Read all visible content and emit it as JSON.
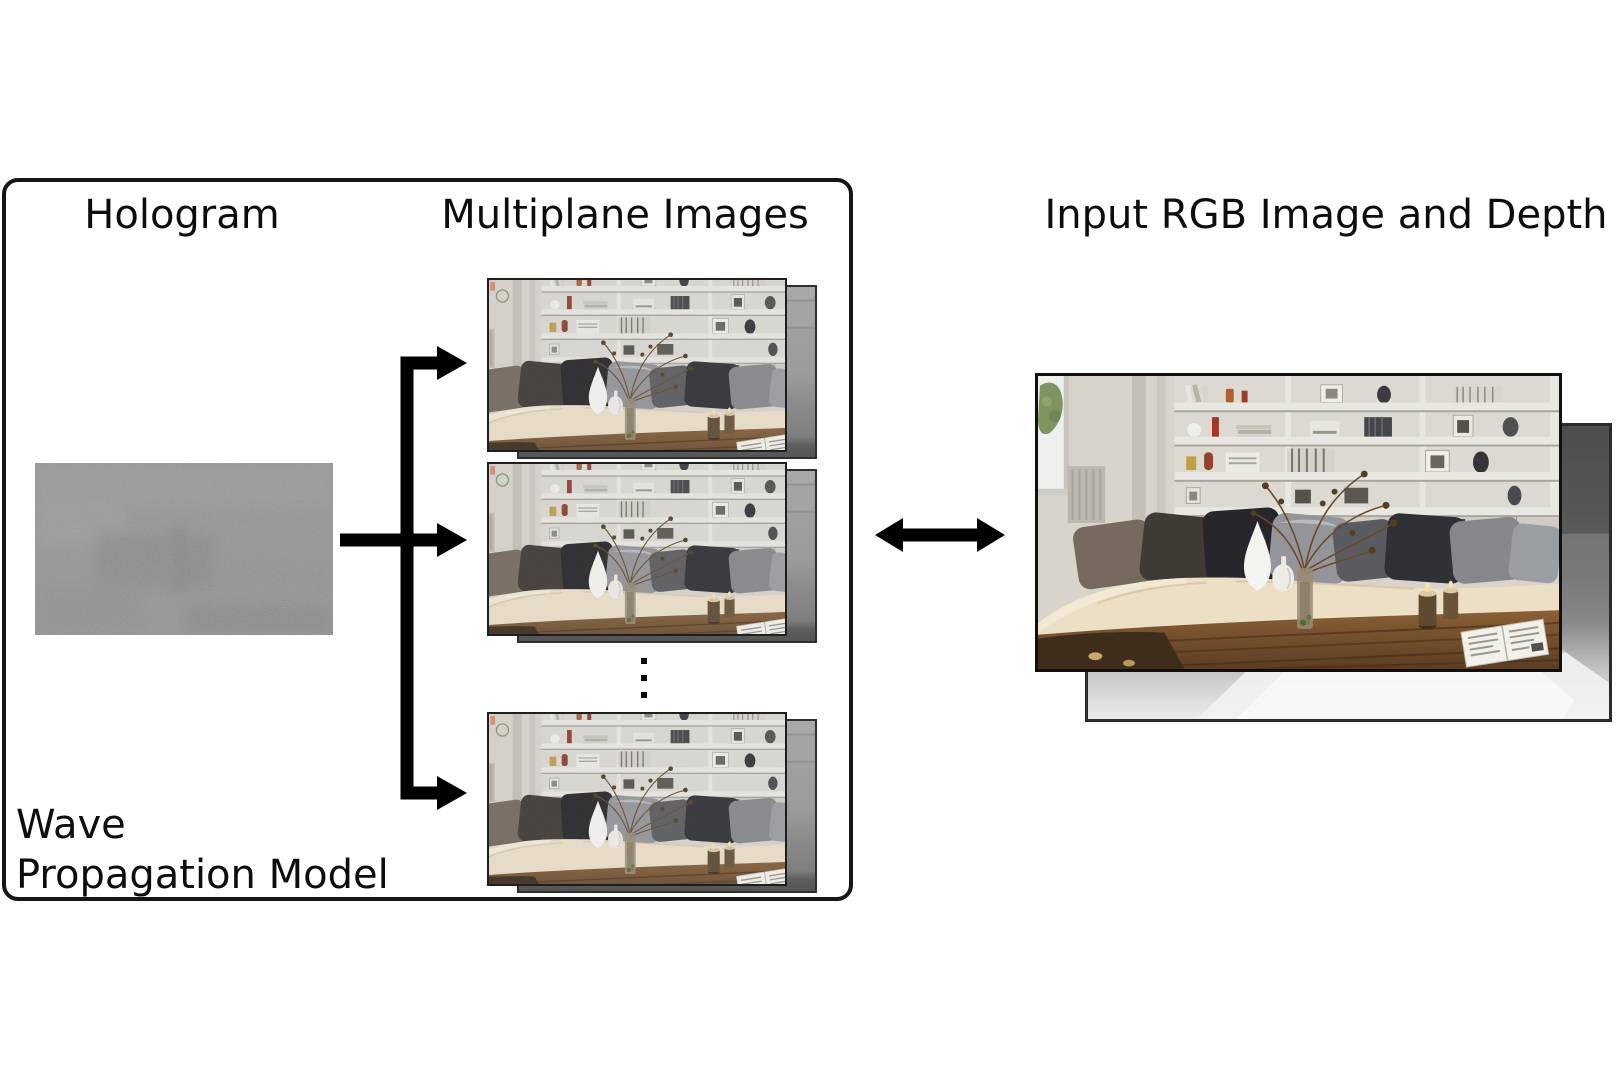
{
  "figure": {
    "panel": {
      "hologram_title": "Hologram",
      "multiplane_title": "Multiplane Images",
      "wave_model_label": "Wave\nPropagation Model"
    },
    "right_title": "Input RGB Image and Depth",
    "multiplane_count": 3
  },
  "icons": {
    "branch_arrows": "one-to-many-fanout-arrows",
    "bidirectional_arrow": "left-right-double-arrow",
    "ellipsis": "vertical-ellipsis"
  },
  "colors": {
    "background": "#ffffff",
    "panel_border": "#161616",
    "arrow": "#000000",
    "hologram_gray": "#8f8f8f",
    "text": "#0d0d0d"
  }
}
